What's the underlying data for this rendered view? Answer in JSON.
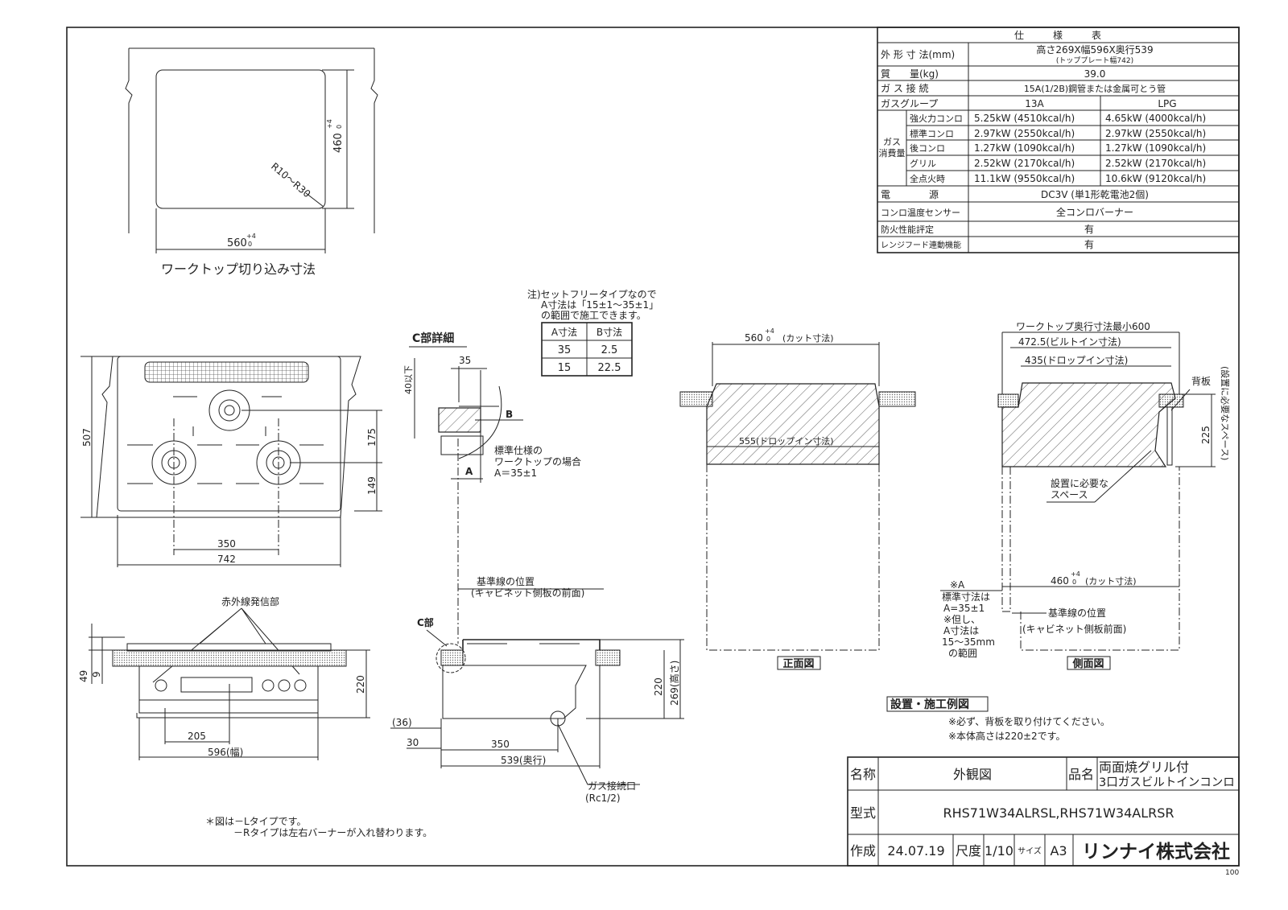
{
  "spec_table": {
    "title": "仕　　　様　　　表",
    "rows": [
      {
        "label": "外 形 寸 法(mm)",
        "value": "高さ269X幅596X奥行539",
        "sub": "(トッププレート幅742)"
      },
      {
        "label": "質　　量(kg)",
        "value": "39.0"
      },
      {
        "label": "ガ ス 接 続",
        "value": "15A(1/2B)鋼管または金属可とう管"
      },
      {
        "label": "ガスグループ",
        "col_13a": "13A",
        "col_lpg": "LPG"
      }
    ],
    "consumption_label": [
      "ガス",
      "消費量"
    ],
    "consumption": [
      {
        "label": "強火力コンロ",
        "v13a": "5.25kW (4510kcal/h)",
        "vlpg": "4.65kW (4000kcal/h)"
      },
      {
        "label": "標準コンロ",
        "v13a": "2.97kW (2550kcal/h)",
        "vlpg": "2.97kW (2550kcal/h)"
      },
      {
        "label": "後コンロ",
        "v13a": "1.27kW (1090kcal/h)",
        "vlpg": "1.27kW (1090kcal/h)"
      },
      {
        "label": "グリル",
        "v13a": "2.52kW (2170kcal/h)",
        "vlpg": "2.52kW (2170kcal/h)"
      },
      {
        "label": "全点火時",
        "v13a": "11.1kW (9550kcal/h)",
        "vlpg": "10.6kW (9120kcal/h)"
      }
    ],
    "tail": [
      {
        "label": "電　　　　源",
        "value": "DC3V (単1形乾電池2個)"
      },
      {
        "label": "コンロ温度センサー",
        "value": "全コンロバーナー"
      },
      {
        "label": "防火性能評定",
        "value": "有"
      },
      {
        "label": "レンジフード連動機能",
        "value": "有"
      }
    ]
  },
  "cutout": {
    "caption": "ワークトップ切り込み寸法",
    "height": "460",
    "width": "560",
    "tol_plus": "+4",
    "tol_zero": "0",
    "radius": "R10～R30"
  },
  "top_view": {
    "depth": "507",
    "burner_gap_v": "175",
    "front_offset": "149",
    "burner_gap_h": "350",
    "plate_width": "742"
  },
  "front_view": {
    "ir_label": "赤外線発信部",
    "dim_49": "49",
    "dim_9": "9",
    "height": "220",
    "offset": "205",
    "width": "596(幅)"
  },
  "c_detail": {
    "title": "C部詳細",
    "dim_35": "35",
    "dim_40": "40以下",
    "b": "B",
    "a": "A",
    "note": [
      "標準仕様の",
      "ワークトップの場合",
      "A＝35±1"
    ]
  },
  "setfree_note": {
    "lines": [
      "注)セットフリータイプなので",
      "A寸法は「15±1～35±1」",
      "の範囲で施工できます。"
    ],
    "headers": [
      "A寸法",
      "B寸法"
    ],
    "rows": [
      [
        "35",
        "2.5"
      ],
      [
        "15",
        "22.5"
      ]
    ]
  },
  "side_view": {
    "ref_line": [
      "基準線の位置",
      "(キャビネット側板の前面)"
    ],
    "c_label": "C部",
    "dim_36": "(36)",
    "dim_30": "30",
    "dim_350": "350",
    "depth": "539(奥行)",
    "height_220": "220",
    "height_269": "269(高さ)",
    "gas_inlet": [
      "ガス接続口",
      "(Rc1/2)"
    ]
  },
  "install_front": {
    "cut": "560",
    "tol_plus": "+4",
    "tol_zero": "0",
    "cut_label": "(カット寸法)",
    "dropin": "555(ドロップイン寸法)",
    "caption": "正面図"
  },
  "install_side": {
    "min_depth": "ワークトップ奥行寸法最小600",
    "builtin": "472.5(ビルトイン寸法)",
    "dropin": "435(ドロップイン寸法)",
    "backboard": "背板",
    "dim_225": "225",
    "space_vertical": "(設置に必要なスペース)",
    "space": [
      "設置に必要な",
      "スペース"
    ],
    "cut": "460",
    "tol_plus": "+4",
    "tol_zero": "0",
    "cut_label": "(カット寸法)",
    "note_a": [
      "※A",
      "標準寸法は",
      "A=35±1",
      "※但し、",
      "A寸法は",
      "15～35mm",
      "の範囲"
    ],
    "ref_line": [
      "基準線の位置",
      "(キャビネット側板前面)"
    ],
    "caption": "側面図"
  },
  "install": {
    "title": "設置・施工例図",
    "notes": [
      "※必ず、背板を取り付けてください。",
      "※本体高さは220±2です。"
    ]
  },
  "footnotes": [
    "＊図は－Lタイプです。",
    "－Rタイプは左右バーナーが入れ替わります。"
  ],
  "title_block": {
    "name_label": "名称",
    "name": "外観図",
    "product_label": "品名",
    "product": [
      "両面焼グリル付",
      "3口ガスビルトインコンロ"
    ],
    "model_label": "型式",
    "model": "RHS71W34ALRSL,RHS71W34ALRSR",
    "date_label": "作成",
    "date": "24.07.19",
    "scale_label": "尺度",
    "scale": "1/10",
    "size_label": "サイズ",
    "size": "A3",
    "company": "リンナイ株式会社"
  },
  "page_number": "100"
}
